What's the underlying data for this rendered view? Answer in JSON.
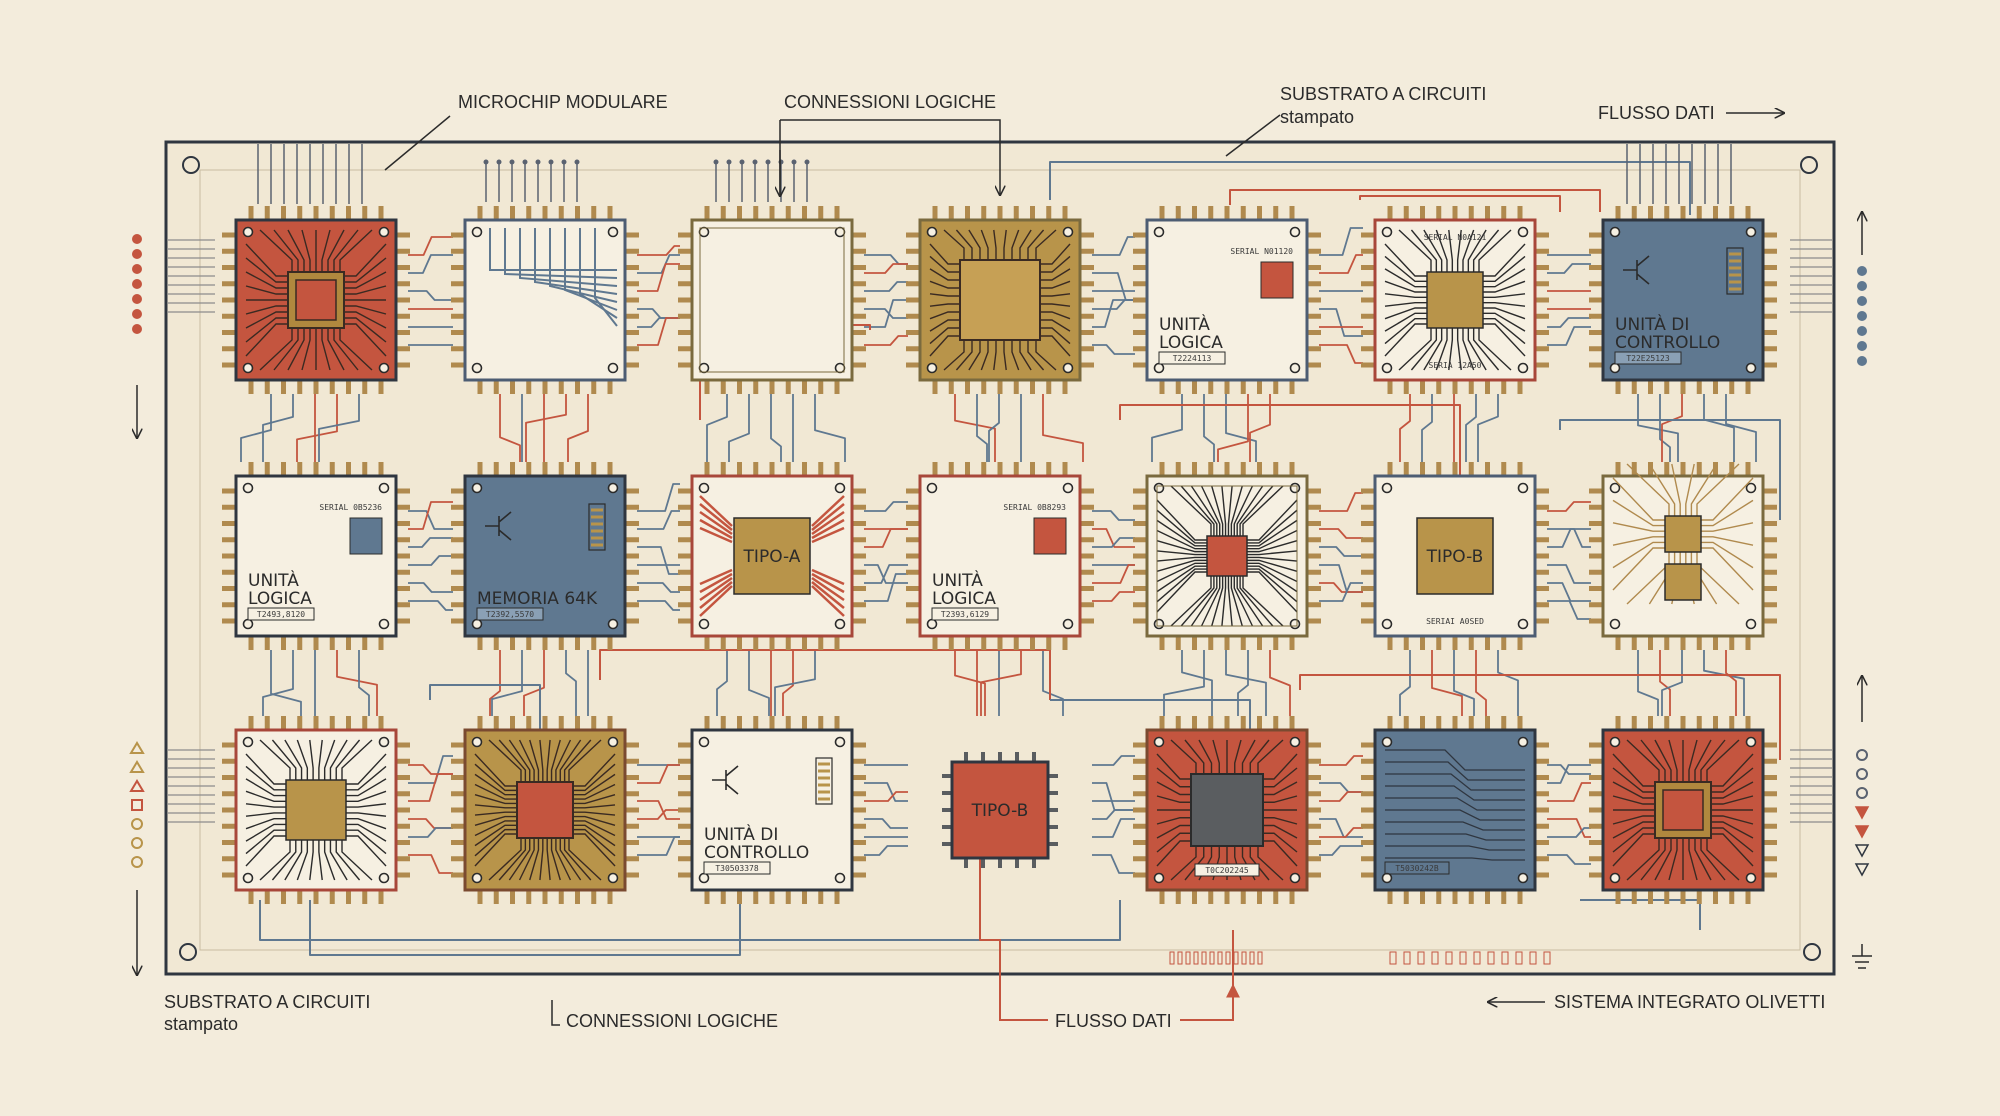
{
  "colors": {
    "background": "#f3ecdc",
    "board_line": "#2f3640",
    "trace_blue": "#5f7890",
    "trace_red": "#c4553f",
    "pin": "#b08a4e",
    "chip_red": "#c4553f",
    "chip_blue": "#5f7890",
    "chip_gold": "#b8944a",
    "chip_cream": "#f6f0e2",
    "chip_gray": "#5a5d60"
  },
  "annotations": {
    "microchip": "MICROCHIP MODULARE",
    "connessioni_top": "CONNESSIONI LOGICHE",
    "substrato_top_1": "SUBSTRATO A CIRCUITI",
    "substrato_top_2": "stampato",
    "flusso_top": "FLUSSO DATI",
    "substrato_bottom_1": "SUBSTRATO A CIRCUITI",
    "substrato_bottom_2": "stampato",
    "connessioni_bottom": "CONNESSIONI LOGICHE",
    "flusso_bottom": "FLUSSO DATI",
    "sistema": "SISTEMA INTEGRATO OLIVETTI"
  },
  "chips": [
    {
      "id": "r1c1",
      "style": "red-fan",
      "row": 0,
      "col": 0
    },
    {
      "id": "r1c2",
      "style": "cream-blue-lines",
      "row": 0,
      "col": 1
    },
    {
      "id": "r1c3",
      "style": "cream-plain",
      "row": 0,
      "col": 2
    },
    {
      "id": "r1c4",
      "style": "gold-core",
      "row": 0,
      "col": 3
    },
    {
      "id": "r1c5",
      "style": "cream-label",
      "row": 0,
      "col": 4,
      "label": [
        "UNITÀ",
        "LOGICA"
      ],
      "serial": "SERIAL N01120",
      "code": "T2224113"
    },
    {
      "id": "r1c6",
      "style": "cream-fan-red",
      "row": 0,
      "col": 5,
      "serial": "SERIAL N0A121",
      "serial2": "SERIA 12A50"
    },
    {
      "id": "r1c7",
      "style": "blue-label",
      "row": 0,
      "col": 6,
      "label": [
        "UNITÀ DI",
        "CONTROLLO"
      ],
      "code": "T22E25123"
    },
    {
      "id": "r2c1",
      "style": "cream-label",
      "row": 1,
      "col": 0,
      "label": [
        "UNITÀ",
        "LOGICA"
      ],
      "serial": "SERIAL 0B5236",
      "code": "T2493,8120"
    },
    {
      "id": "r2c2",
      "style": "blue-label",
      "row": 1,
      "col": 1,
      "label": [
        "MEMORIA 64K"
      ],
      "code": "T2392,5570"
    },
    {
      "id": "r2c3",
      "style": "tipo-a",
      "row": 1,
      "col": 2,
      "center": "TIPO-A"
    },
    {
      "id": "r2c4",
      "style": "cream-label-red",
      "row": 1,
      "col": 3,
      "label": [
        "UNITÀ",
        "LOGICA"
      ],
      "serial": "SERIAL 0B8293",
      "code": "T2393,6129"
    },
    {
      "id": "r2c5",
      "style": "cream-fan-brown",
      "row": 1,
      "col": 4
    },
    {
      "id": "r2c6",
      "style": "tipo-b",
      "row": 1,
      "col": 5,
      "center": "TIPO-B",
      "serial2": "SERIAI A0SED"
    },
    {
      "id": "r2c7",
      "style": "cream-dual-gold",
      "row": 1,
      "col": 6
    },
    {
      "id": "r3c1",
      "style": "cream-gold-fan",
      "row": 2,
      "col": 0
    },
    {
      "id": "r3c2",
      "style": "gold-fan-red",
      "row": 2,
      "col": 1
    },
    {
      "id": "r3c3",
      "style": "cream-label",
      "row": 2,
      "col": 2,
      "label": [
        "UNITÀ DI",
        "CONTROLLO"
      ],
      "code": "T30503378",
      "icon": true
    },
    {
      "id": "r3c4",
      "style": "small-red",
      "row": 2,
      "col": 3,
      "center": "TIPO-B"
    },
    {
      "id": "r3c5",
      "style": "red-gray-core",
      "row": 2,
      "col": 4,
      "code": "T0C202245"
    },
    {
      "id": "r3c6",
      "style": "blue-traces",
      "row": 2,
      "col": 5,
      "code": "T5030242B"
    },
    {
      "id": "r3c7",
      "style": "red-fan",
      "row": 2,
      "col": 6
    }
  ]
}
